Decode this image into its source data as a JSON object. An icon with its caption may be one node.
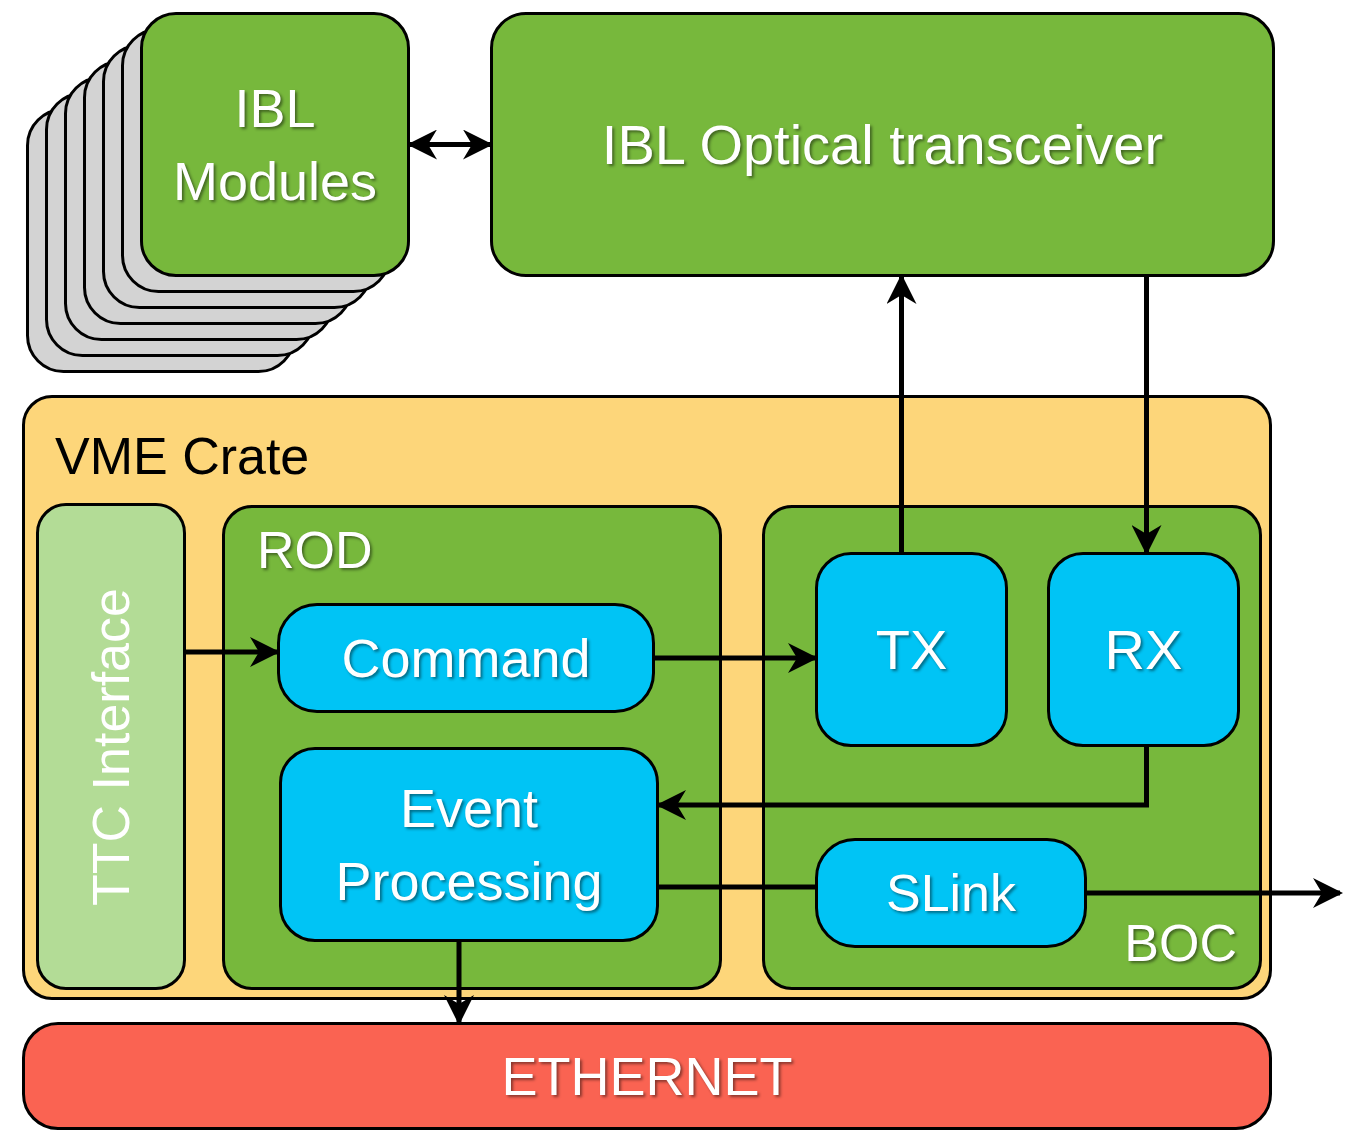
{
  "diagram": {
    "nodes": [
      {
        "text": [
          "IBL Modules"
        ]
      },
      {
        "text": [
          "IBL Optical transceiver"
        ]
      },
      {
        "text": [
          "VME Crate"
        ]
      },
      {
        "text": [
          "TTC Interface"
        ],
        "in": 2
      },
      {
        "text": [
          "ROD"
        ],
        "in": 2
      },
      {
        "text": [
          "Command"
        ],
        "in": 4
      },
      {
        "text": [
          "Event Processing"
        ],
        "in": 4
      },
      {
        "text": [
          "BOC"
        ],
        "in": 2
      },
      {
        "text": [
          "TX"
        ],
        "in": 7
      },
      {
        "text": [
          "RX"
        ],
        "in": 7
      },
      {
        "text": [
          "SLink"
        ],
        "in": 7
      },
      {
        "text": [
          "ETHERNET"
        ]
      }
    ],
    "edges": [
      {
        "from": 0,
        "to": 1,
        "arrow": "both"
      },
      {
        "from": 8,
        "to": 1,
        "arrow": "to"
      },
      {
        "from": 1,
        "to": 9,
        "arrow": "to"
      },
      {
        "from": 3,
        "to": 5,
        "arrow": "to"
      },
      {
        "from": 5,
        "to": 8,
        "arrow": "to"
      },
      {
        "from": 9,
        "to": 6,
        "arrow": "to"
      },
      {
        "from": 6,
        "to": 10,
        "arrow": "none"
      },
      {
        "from": 10,
        "to": null,
        "arrow": "to"
      },
      {
        "from": 6,
        "to": 11,
        "arrow": "to"
      }
    ]
  }
}
